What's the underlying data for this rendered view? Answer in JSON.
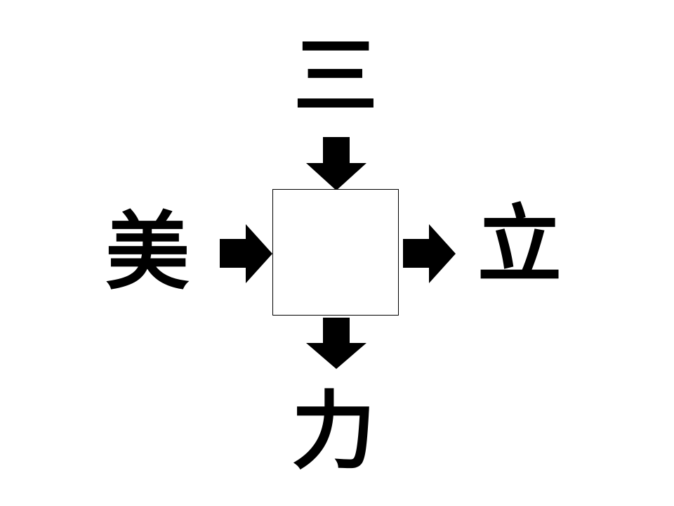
{
  "puzzle": {
    "top": "三",
    "left": "美",
    "right": "立",
    "bottom": "力",
    "answer": ""
  },
  "colors": {
    "ink": "#000000",
    "background": "#ffffff"
  },
  "icons": {
    "arrow_top": "arrow-down-icon",
    "arrow_left": "arrow-right-icon",
    "arrow_right": "arrow-right-icon",
    "arrow_bottom": "arrow-down-icon"
  }
}
